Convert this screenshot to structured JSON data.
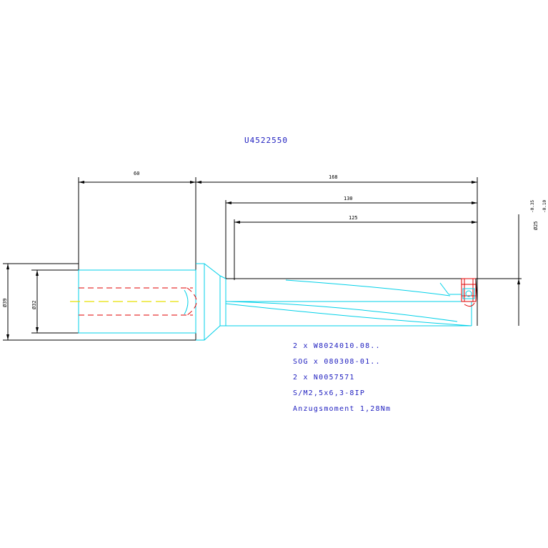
{
  "title": "U4522550",
  "dimensions": {
    "d_60": "60",
    "d_168": "168",
    "d_130": "130",
    "d_125": "125",
    "dia_39": "Ø39",
    "dia_32": "Ø32",
    "dia_25": "Ø25",
    "tol_upper": "-0.35",
    "tol_lower": "-0.10"
  },
  "notes": [
    "2 x W8024010.08..",
    "SOG x 080308-01..",
    "2 x N0057571",
    "S/M2,5x6,3-8IP",
    "Anzugsmoment 1,28Nm"
  ],
  "colors": {
    "outline": "#000000",
    "body": "#00d0e8",
    "hidden": "#e00000",
    "centerline": "#e8e000",
    "text": "#2020c0"
  }
}
